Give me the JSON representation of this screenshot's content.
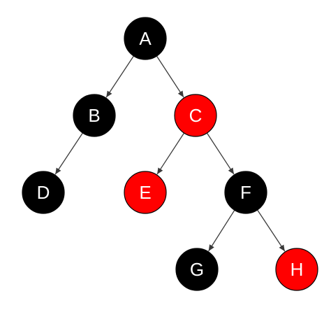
{
  "colors": {
    "black_node": "#000000",
    "red_node": "#ff0000",
    "edge": "#3a3a3a",
    "label": "#ffffff"
  },
  "nodes": [
    {
      "id": "A",
      "label": "A",
      "color": "black"
    },
    {
      "id": "B",
      "label": "B",
      "color": "black"
    },
    {
      "id": "C",
      "label": "C",
      "color": "red"
    },
    {
      "id": "D",
      "label": "D",
      "color": "black"
    },
    {
      "id": "E",
      "label": "E",
      "color": "red"
    },
    {
      "id": "F",
      "label": "F",
      "color": "black"
    },
    {
      "id": "G",
      "label": "G",
      "color": "black"
    },
    {
      "id": "H",
      "label": "H",
      "color": "red"
    }
  ],
  "edges": [
    {
      "from": "A",
      "to": "B"
    },
    {
      "from": "A",
      "to": "C"
    },
    {
      "from": "B",
      "to": "D"
    },
    {
      "from": "C",
      "to": "E"
    },
    {
      "from": "C",
      "to": "F"
    },
    {
      "from": "F",
      "to": "G"
    },
    {
      "from": "F",
      "to": "H"
    }
  ]
}
